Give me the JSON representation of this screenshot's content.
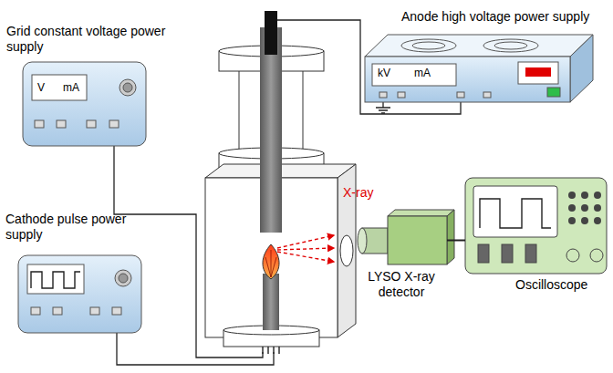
{
  "diagram": {
    "nodes": [
      {
        "text": [
          "Anode high voltage power supply",
          "kV",
          "mA"
        ]
      },
      {
        "text": [
          "Grid constant voltage power supply",
          "V",
          "mA"
        ]
      },
      {
        "text": [
          "Cathode pulse power supply"
        ]
      },
      {
        "text": [
          "LYSO X-ray detector"
        ]
      },
      {
        "text": [
          "Oscilloscope"
        ]
      }
    ],
    "edges": [
      {
        "from": 3,
        "to": 4,
        "arrow": "none"
      }
    ],
    "labels": [
      "X-ray"
    ]
  }
}
